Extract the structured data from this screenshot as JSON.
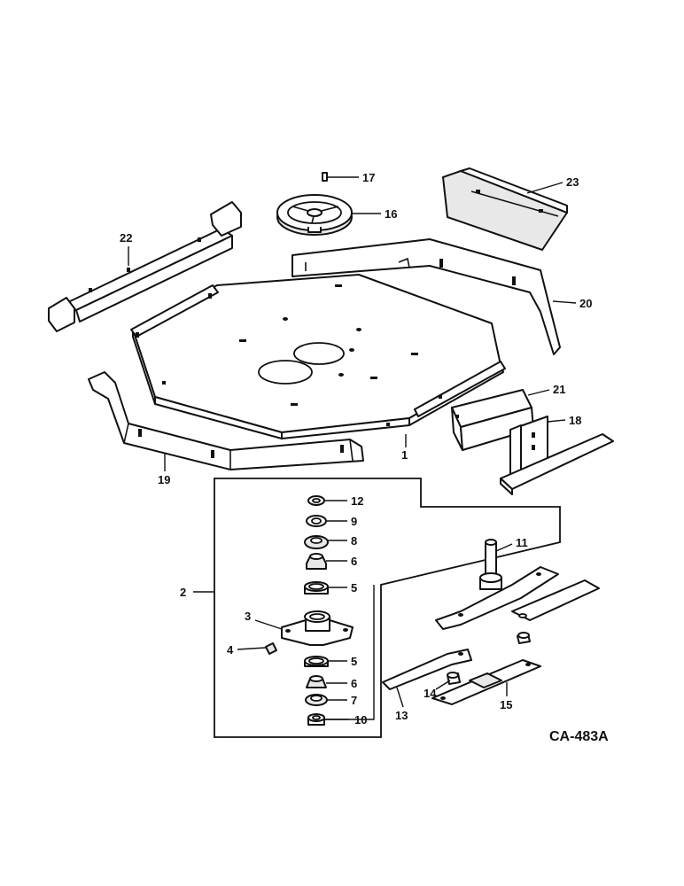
{
  "drawing_code": "CA-483A",
  "callouts": [
    {
      "id": "c1",
      "text": "1"
    },
    {
      "id": "c2",
      "text": "2"
    },
    {
      "id": "c3",
      "text": "3"
    },
    {
      "id": "c4",
      "text": "4"
    },
    {
      "id": "c5a",
      "text": "5"
    },
    {
      "id": "c5b",
      "text": "5"
    },
    {
      "id": "c6a",
      "text": "6"
    },
    {
      "id": "c6b",
      "text": "6"
    },
    {
      "id": "c7",
      "text": "7"
    },
    {
      "id": "c8",
      "text": "8"
    },
    {
      "id": "c9",
      "text": "9"
    },
    {
      "id": "c10",
      "text": "10"
    },
    {
      "id": "c11",
      "text": "11"
    },
    {
      "id": "c12",
      "text": "12"
    },
    {
      "id": "c13",
      "text": "13"
    },
    {
      "id": "c14",
      "text": "14"
    },
    {
      "id": "c15",
      "text": "15"
    },
    {
      "id": "c16",
      "text": "16"
    },
    {
      "id": "c17",
      "text": "17"
    },
    {
      "id": "c18",
      "text": "18"
    },
    {
      "id": "c19",
      "text": "19"
    },
    {
      "id": "c20",
      "text": "20"
    },
    {
      "id": "c21",
      "text": "21"
    },
    {
      "id": "c22",
      "text": "22"
    },
    {
      "id": "c23",
      "text": "23"
    }
  ]
}
